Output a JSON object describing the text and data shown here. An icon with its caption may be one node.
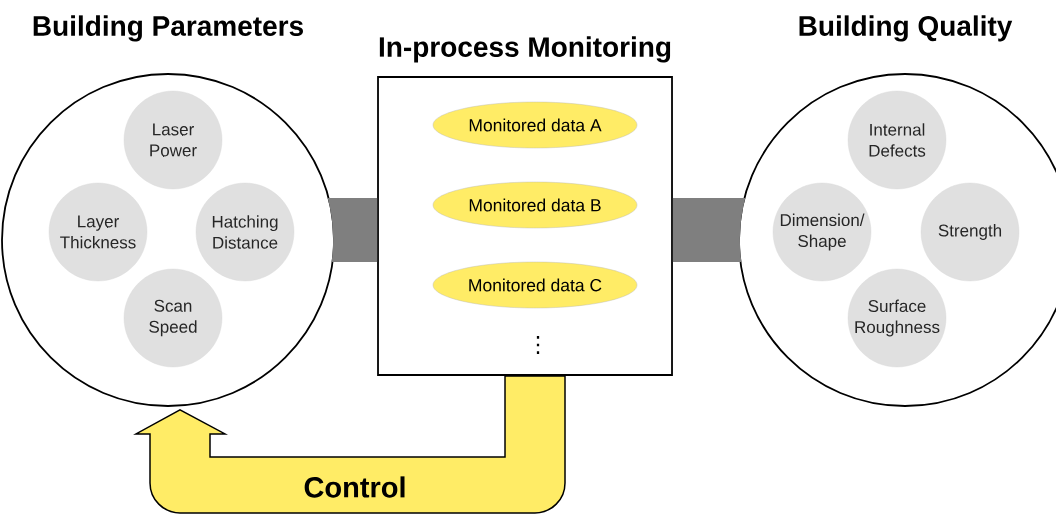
{
  "diagram": {
    "nodes": [
      {
        "text": [
          "Building Parameters"
        ]
      },
      {
        "text": [
          "Laser Power"
        ],
        "in": 0
      },
      {
        "text": [
          "Layer Thickness"
        ],
        "in": 0
      },
      {
        "text": [
          "Hatching Distance"
        ],
        "in": 0
      },
      {
        "text": [
          "Scan Speed"
        ],
        "in": 0
      },
      {
        "text": [
          "In-process Monitoring"
        ]
      },
      {
        "text": [
          "Monitored data A"
        ],
        "in": 5
      },
      {
        "text": [
          "Monitored data B"
        ],
        "in": 5
      },
      {
        "text": [
          "Monitored data C"
        ],
        "in": 5
      },
      {
        "text": [
          "Building Quality"
        ]
      },
      {
        "text": [
          "Internal Defects"
        ],
        "in": 9
      },
      {
        "text": [
          "Dimension/ Shape"
        ],
        "in": 9
      },
      {
        "text": [
          "Strength"
        ],
        "in": 9
      },
      {
        "text": [
          "Surface Roughness"
        ],
        "in": 9
      }
    ],
    "edges": [
      {
        "from": 0,
        "to": 5,
        "arrow": "none",
        "style": "thick",
        "color": "#7f7f7f"
      },
      {
        "from": 5,
        "to": 9,
        "arrow": "none",
        "style": "thick",
        "color": "#7f7f7f"
      },
      {
        "from": 5,
        "to": 0,
        "arrow": "to",
        "label": "Control",
        "style": "thick",
        "color": "#ffec66"
      }
    ],
    "labels": [
      "⋮"
    ]
  }
}
